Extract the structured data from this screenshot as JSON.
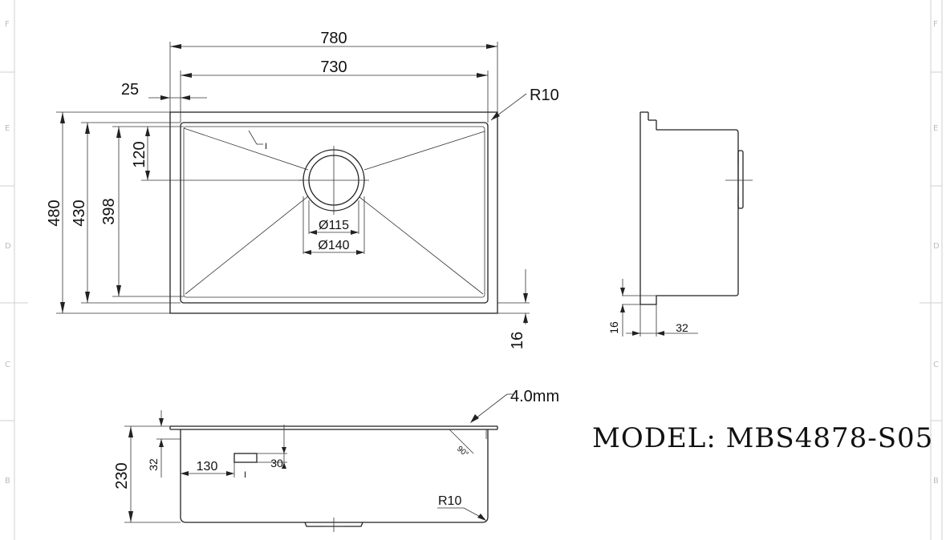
{
  "model": "MODEL: MBS4878-S05",
  "zones_left": [
    "F",
    "E",
    "D",
    "C",
    "B"
  ],
  "zones_right": [
    "F",
    "E",
    "D",
    "C",
    "B"
  ],
  "top_view": {
    "width_outer": "780",
    "width_inner": "730",
    "flange_offset": "25",
    "radius": "R10",
    "height_outer": "480",
    "height_inner": "430",
    "height_bowl": "398",
    "drain_offset": "120",
    "drain_inner_dia": "Ø115",
    "drain_outer_dia": "Ø140",
    "bottom_margin": "16",
    "marker": "I"
  },
  "side_view": {
    "flange": "16",
    "depth": "32"
  },
  "front_view": {
    "thickness": "4.0mm",
    "height": "230",
    "flange_height": "32",
    "overflow_offset": "130",
    "overflow_height": "30",
    "angle": "90°",
    "radius": "R10",
    "marker": "I"
  }
}
